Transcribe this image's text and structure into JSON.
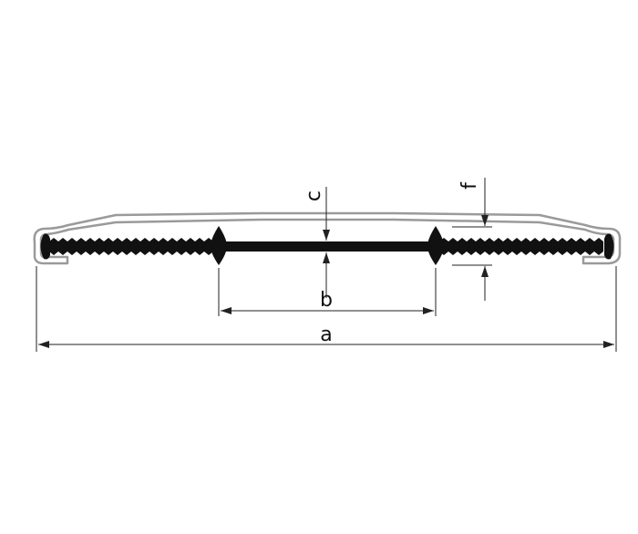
{
  "diagram": {
    "labels": {
      "a": "a",
      "b": "b",
      "c": "c",
      "f": "f"
    },
    "colors": {
      "outline": "#9a9a9a",
      "profile": "#111111",
      "dimension": "#222222",
      "background": "#ffffff"
    }
  }
}
